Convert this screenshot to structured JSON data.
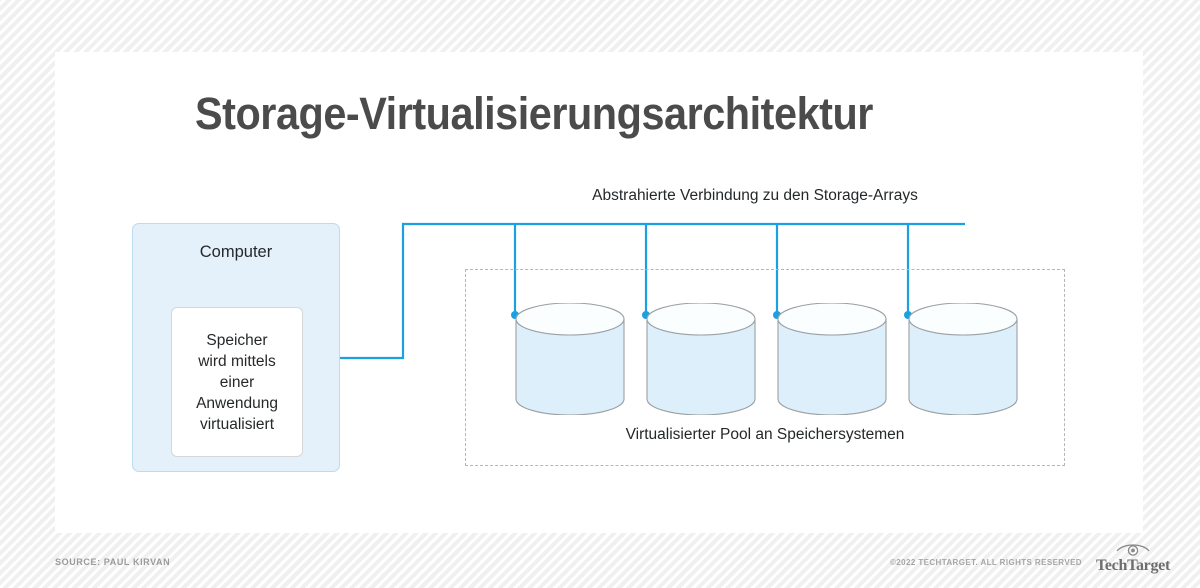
{
  "title": "Storage-Virtualisierungsarchitektur",
  "computer": {
    "label": "Computer",
    "app_text": "Speicher\nwird mittels\neiner\nAnwendung\nvirtualisiert"
  },
  "connection": {
    "label": "Abstrahierte Verbindung zu den Storage-Arrays"
  },
  "pool": {
    "label": "Virtualisierter Pool an Speichersystemen",
    "nodes": [
      {
        "name": "storage-array-1"
      },
      {
        "name": "storage-array-2"
      },
      {
        "name": "storage-array-3"
      },
      {
        "name": "storage-array-4"
      }
    ]
  },
  "footer": {
    "source": "SOURCE: PAUL KIRVAN",
    "copyright": "©2022 TECHTARGET. ALL RIGHTS RESERVED",
    "brand": "TechTarget",
    "brand_icon": "eye-icon"
  },
  "colors": {
    "accent_blue": "#1ba1e2",
    "panel_blue": "#e4f1fa",
    "cylinder_fill": "#ddeffa",
    "title_gray": "#4b4b4b",
    "dash_gray": "#b6b6b6"
  }
}
